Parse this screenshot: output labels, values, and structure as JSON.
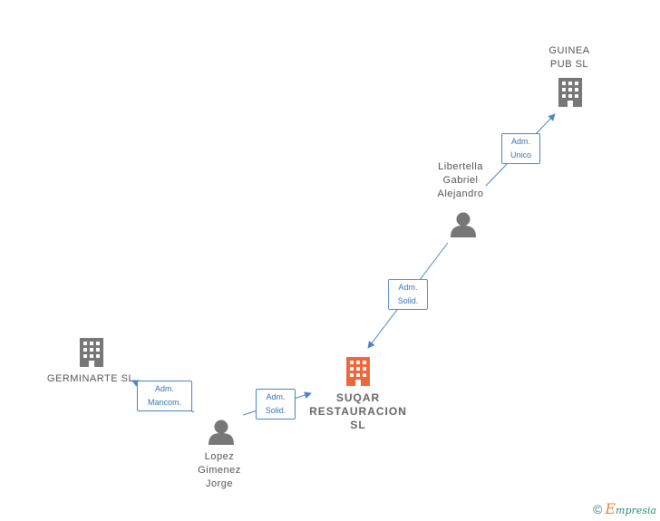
{
  "colors": {
    "company": "#777777",
    "company_main": "#f0663a",
    "person": "#777777",
    "edge": "#4a86c8",
    "label_text": "#3b73b9"
  },
  "nodes": {
    "guinea": {
      "line1": "GUINEA",
      "line2": "PUB  SL",
      "icon": "building-icon"
    },
    "libertella": {
      "line1": "Libertella",
      "line2": "Gabriel",
      "line3": "Alejandro",
      "icon": "person-icon"
    },
    "suqar": {
      "line1": "SUQAR",
      "line2": "RESTAURACION",
      "line3": "SL",
      "icon": "building-icon"
    },
    "germinarte": {
      "line1": "GERMINARTE SL",
      "icon": "building-icon"
    },
    "lopez": {
      "line1": "Lopez",
      "line2": "Gimenez",
      "line3": "Jorge",
      "icon": "person-icon"
    }
  },
  "edges": {
    "libertella_guinea": {
      "line1": "Adm.",
      "line2": "Unico"
    },
    "libertella_suqar": {
      "line1": "Adm.",
      "line2": "Solid."
    },
    "lopez_germinarte": {
      "line1": "Adm.",
      "line2": "Mancom."
    },
    "lopez_suqar": {
      "line1": "Adm.",
      "line2": "Solid."
    }
  },
  "footer": {
    "copyright": "©",
    "brand_first": "E",
    "brand_rest": "mpresia"
  }
}
